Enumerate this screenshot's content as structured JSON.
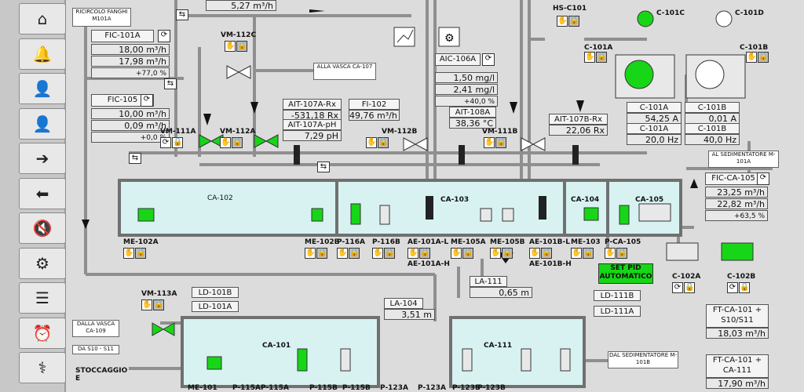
{
  "sidebar": [
    {
      "name": "home-icon",
      "glyph": "⌂"
    },
    {
      "name": "bell-icon",
      "glyph": "🔔"
    },
    {
      "name": "user-icon",
      "glyph": "👤"
    },
    {
      "name": "user-gray-icon",
      "glyph": "👤"
    },
    {
      "name": "arrow-right-icon",
      "glyph": "➔"
    },
    {
      "name": "arrow-left-icon",
      "glyph": "⬅"
    },
    {
      "name": "mute-icon",
      "glyph": "🔇"
    },
    {
      "name": "gears-icon",
      "glyph": "⚙"
    },
    {
      "name": "report-icon",
      "glyph": "☰"
    },
    {
      "name": "alarm-clock-icon",
      "glyph": "⏰"
    },
    {
      "name": "stethoscope-icon",
      "glyph": "⚕"
    }
  ],
  "top_flow": "5,27 m³/h",
  "ricircolo": "RICIRCOLO FANGHI M101A",
  "alla_vasca": "ALLA VASCA CA-107",
  "fic101a": {
    "label": "FIC-101A",
    "v1": "18,00 m³/h",
    "v2": "17,98 m³/h",
    "pct": "+77,0 %"
  },
  "fic105": {
    "label": "FIC-105",
    "v1": "10,00 m³/h",
    "v2": "0,09 m³/h",
    "pct": "+0,0 %"
  },
  "vm112c": "VM-112C",
  "vm111a": "VM-111A",
  "vm112a": "VM-112A",
  "vm112b": "VM-112B",
  "vm111b": "VM-111B",
  "vm113a": "VM-113A",
  "ait107a": {
    "rx_label": "AIT-107A-Rx",
    "rx_val": "-531,18 Rx",
    "ph_label": "AIT-107A-pH",
    "ph_val": "7,29 pH"
  },
  "fi102": {
    "label": "FI-102",
    "val": "49,76 m³/h"
  },
  "aic106a": {
    "label": "AIC-106A",
    "v1": "1,50 mg/l",
    "v2": "2,41 mg/l",
    "pct": "+40,0 %"
  },
  "ait108a": {
    "label": "AIT-108A",
    "val": "38,36 °C"
  },
  "ait107b": {
    "label": "AIT-107B-Rx",
    "val": "22,06 Rx"
  },
  "hsc101": "HS-C101",
  "c101a_top": "C-101A",
  "c101b_top": "C-101B",
  "c101c": "C-101C",
  "c101d": "C-101D",
  "c101a_box": {
    "l1": "C-101A",
    "v1": "54,25 A",
    "l2": "C-101A",
    "v2": "20,0 Hz"
  },
  "c101b_box": {
    "l1": "C-101B",
    "v1": "0,01 A",
    "l2": "C-101B",
    "v2": "40,0 Hz"
  },
  "al_sed": "AL SEDIMENTATORE M-101A",
  "ficca105": {
    "label": "FIC-CA-105",
    "v1": "23,25 m³/h",
    "v2": "22,82 m³/h",
    "pct": "+63,5 %"
  },
  "ca102": "CA-102",
  "ca103": "CA-103",
  "ca104": "CA-104",
  "ca105": "CA-105",
  "ca101": "CA-101",
  "ca111": "CA-111",
  "equip_row": [
    "ME-102A",
    "ME-102B",
    "P-116A",
    "P-116B",
    "AE-101A-L",
    "ME-105A",
    "ME-105B",
    "AE-101B-L",
    "ME-103",
    "P-CA-105"
  ],
  "ae101a_h": "AE-101A-H",
  "ae101b_h": "AE-101B-H",
  "set_pid": "SET PID AUTOMATICO",
  "c102a": "C-102A",
  "c102b": "C-102B",
  "la111": {
    "label": "LA-111",
    "val": "0,65 m"
  },
  "la104": {
    "label": "LA-104",
    "val": "3,51 m"
  },
  "ld101b": "LD-101B",
  "ld101a": "LD-101A",
  "ld111b": "LD-111B",
  "ld111a": "LD-111A",
  "dalla_vasca": "DALLA VASCA CA-109",
  "da_s10": "DA S10 - S11",
  "stoccaggio": "STOCCAGGIO E",
  "dal_sed": "DAL SEDIMENTATORE M-101B",
  "ftca101": {
    "label": "FT-CA-101 + S10/S11",
    "val": "18,03 m³/h"
  },
  "ftca101_111": {
    "label": "FT-CA-101 + CA-111",
    "val": "17,90 m³/h"
  },
  "bottom_labels": [
    "ME-101",
    "P-115A",
    "P-115A",
    "P-115B",
    "P-115B",
    "P-123A",
    "P-123A",
    "P-123B",
    "P-123B"
  ],
  "colors": {
    "green": "#17d617",
    "tank": "#d8f2f2",
    "pipe": "#8f8f8f"
  }
}
